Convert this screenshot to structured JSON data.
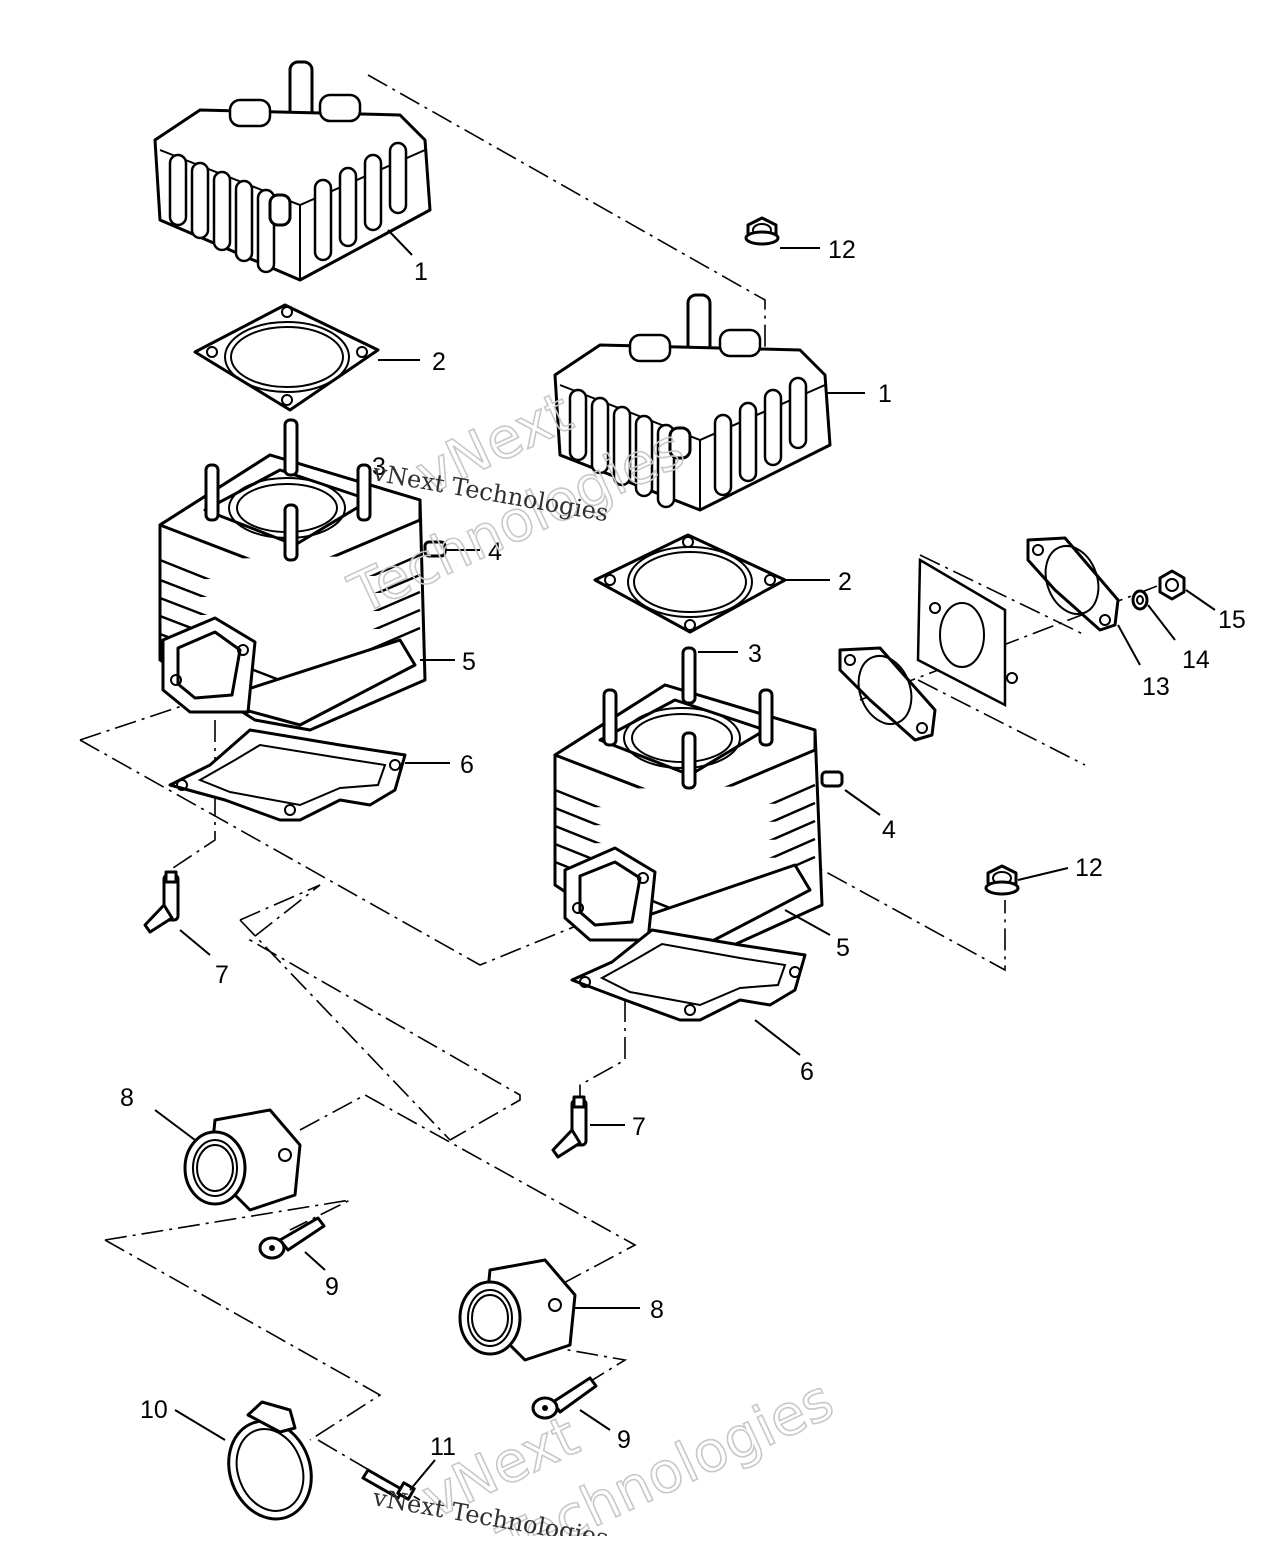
{
  "callouts": {
    "c1a": "1",
    "c1b": "1",
    "c2a": "2",
    "c2b": "2",
    "c3a": "3",
    "c3b": "3",
    "c4a": "4",
    "c4b": "4",
    "c5a": "5",
    "c5b": "5",
    "c6a": "6",
    "c6b": "6",
    "c7a": "7",
    "c7b": "7",
    "c8a": "8",
    "c8b": "8",
    "c9a": "9",
    "c9b": "9",
    "c10": "10",
    "c11": "11",
    "c12a": "12",
    "c12b": "12",
    "c13": "13",
    "c14": "14",
    "c15": "15"
  },
  "watermark": {
    "big": "vNext",
    "big2": "Technologies",
    "small": "vNext Technologies"
  }
}
